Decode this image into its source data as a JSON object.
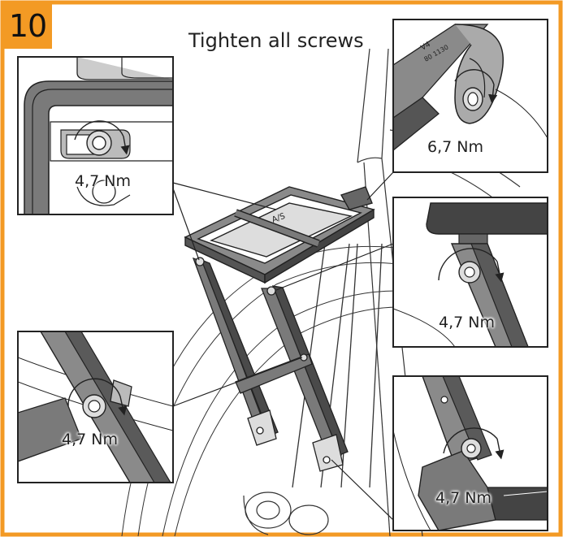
{
  "step": {
    "number": "10",
    "title": "Tighten all screws"
  },
  "colors": {
    "accent": "#f39a24",
    "line": "#222222",
    "frame_fill": "#7d7d7d",
    "dark_fill": "#4a4a4a",
    "light_fill": "#dcdcdc"
  },
  "callouts": [
    {
      "id": "top-left",
      "torque": "4,7 Nm"
    },
    {
      "id": "top-right",
      "torque": "6,7 Nm"
    },
    {
      "id": "middle-right",
      "torque": "4,7 Nm"
    },
    {
      "id": "bottom-left",
      "torque": "4,7 Nm"
    },
    {
      "id": "bottom-right",
      "torque": "4,7 Nm"
    }
  ]
}
